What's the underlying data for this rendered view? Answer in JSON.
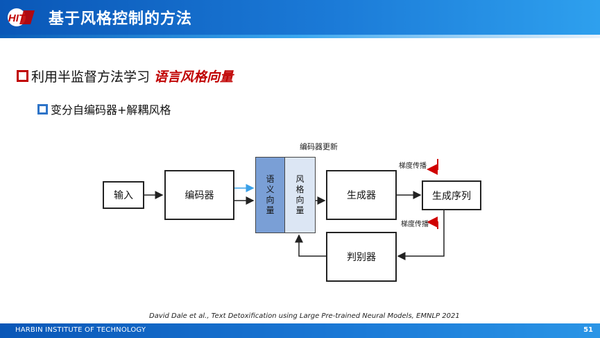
{
  "header": {
    "title": "基于风格控制的方法",
    "logo_text": "HIT"
  },
  "bullets": {
    "level1_text": "利用半监督方法学习",
    "level1_highlight": "语言风格向量",
    "level2_text": "变分自编码器+解耦风格"
  },
  "diagram": {
    "top_label": "编码器更新",
    "input": "输入",
    "encoder": "编码器",
    "semantic_vector_chars": [
      "语",
      "义",
      "向",
      "量"
    ],
    "style_vector_chars": [
      "风",
      "格",
      "向",
      "量"
    ],
    "generator": "生成器",
    "output_sequence": "生成序列",
    "discriminator": "判别器",
    "gradient_top": "梯度传播",
    "gradient_bottom": "梯度传播"
  },
  "citation": "David Dale et al., Text Detoxification using Large Pre-trained Neural Models, EMNLP 2021",
  "footer": {
    "institution": "HARBIN INSTITUTE  OF TECHNOLOGY",
    "page_number": "51"
  },
  "colors": {
    "header_blue": "#1b7ad7",
    "highlight_red": "#c00000",
    "semantic_vector": "#7a9fd6",
    "style_vector": "#dce6f4"
  }
}
